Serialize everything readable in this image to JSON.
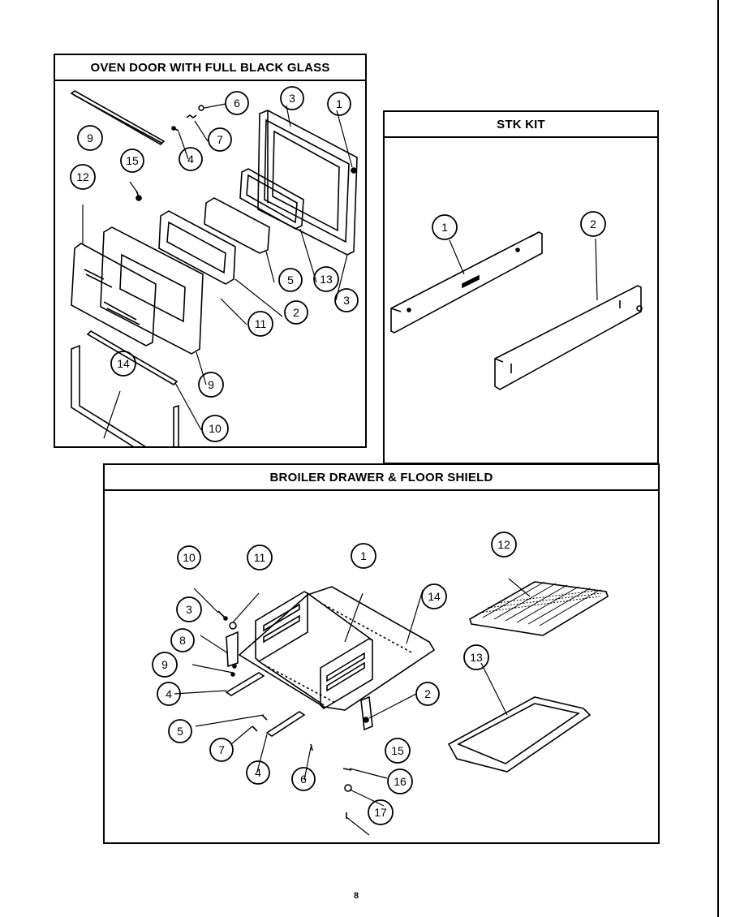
{
  "panels": {
    "oven": {
      "title": "OVEN DOOR WITH FULL BLACK GLASS",
      "callouts": [
        "6",
        "3",
        "1",
        "9",
        "7",
        "4",
        "15",
        "12",
        "5",
        "13",
        "2",
        "3",
        "11",
        "9",
        "10",
        "14"
      ]
    },
    "stk": {
      "title": "STK KIT",
      "callouts": [
        "1",
        "2"
      ]
    },
    "broiler": {
      "title": "BROILER DRAWER & FLOOR SHIELD",
      "callouts": [
        "10",
        "11",
        "1",
        "14",
        "12",
        "3",
        "8",
        "9",
        "4",
        "5",
        "7",
        "4",
        "6",
        "2",
        "15",
        "16",
        "17",
        "13"
      ]
    }
  },
  "page_number": "8"
}
